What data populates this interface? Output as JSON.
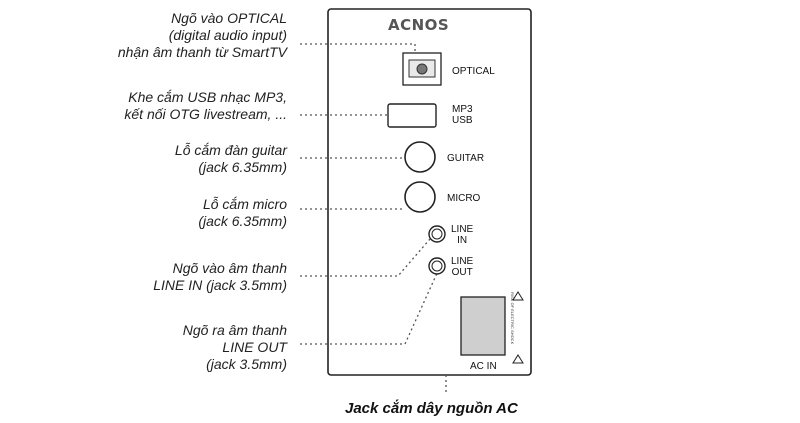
{
  "brand": "ACNOS",
  "annotations": [
    {
      "id": "optical",
      "lines": [
        "Ngõ vào OPTICAL",
        "(digital audio input)",
        "nhận âm thanh từ SmartTV"
      ]
    },
    {
      "id": "usb",
      "lines": [
        "Khe cắm USB nhạc MP3,",
        "kết nối OTG livestream, ..."
      ]
    },
    {
      "id": "guitar",
      "lines": [
        "Lỗ cắm đàn guitar",
        "(jack 6.35mm)"
      ]
    },
    {
      "id": "micro",
      "lines": [
        "Lỗ cắm micro",
        "(jack 6.35mm)"
      ]
    },
    {
      "id": "linein",
      "lines": [
        "Ngõ vào âm thanh",
        "LINE IN (jack 3.5mm)"
      ]
    },
    {
      "id": "lineout",
      "lines": [
        "Ngõ ra âm thanh",
        "LINE OUT",
        "(jack 3.5mm)"
      ]
    }
  ],
  "panel_labels": {
    "optical": "OPTICAL",
    "usb": [
      "MP3",
      "USB"
    ],
    "guitar": "GUITAR",
    "micro": "MICRO",
    "line_in": [
      "LINE",
      "IN"
    ],
    "line_out": [
      "LINE",
      "OUT"
    ],
    "ac_in": "AC IN"
  },
  "warning_text": "RISK OF ELECTRIC SHOCK",
  "caption": "Jack cắm dây nguồn AC"
}
